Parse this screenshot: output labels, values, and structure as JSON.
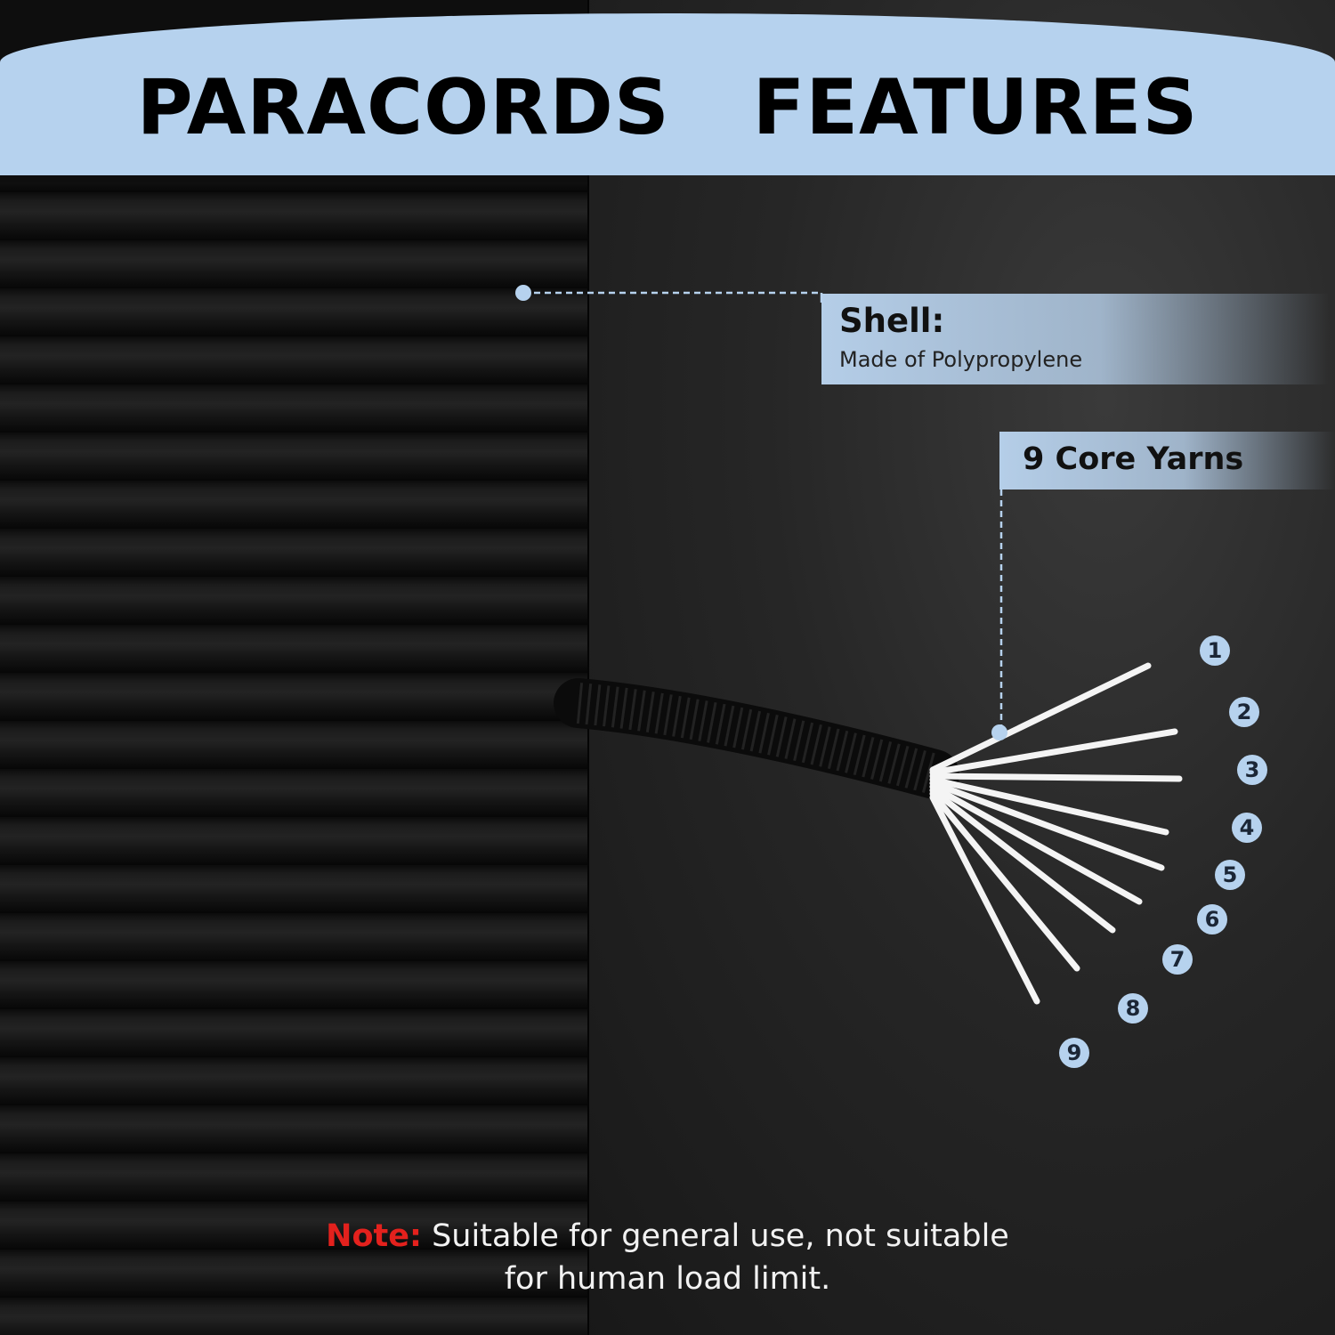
{
  "header": {
    "title": "PARACORDS   FEATURES"
  },
  "shell": {
    "title": "Shell:",
    "description": "Made of Polypropylene"
  },
  "core": {
    "title": "9 Core Yarns",
    "numbers": [
      "1",
      "2",
      "3",
      "4",
      "5",
      "6",
      "7",
      "8",
      "9"
    ]
  },
  "note": {
    "label": "Note:",
    "line1": " Suitable for general use, not suitable",
    "line2": "for human load limit."
  },
  "colors": {
    "accent": "#b6d2ee",
    "note_label": "#e3211d",
    "cord": "#0e0e0e",
    "yarn": "#f4f4f4"
  },
  "icons": {
    "callout_dot": "circle-dot-icon"
  }
}
